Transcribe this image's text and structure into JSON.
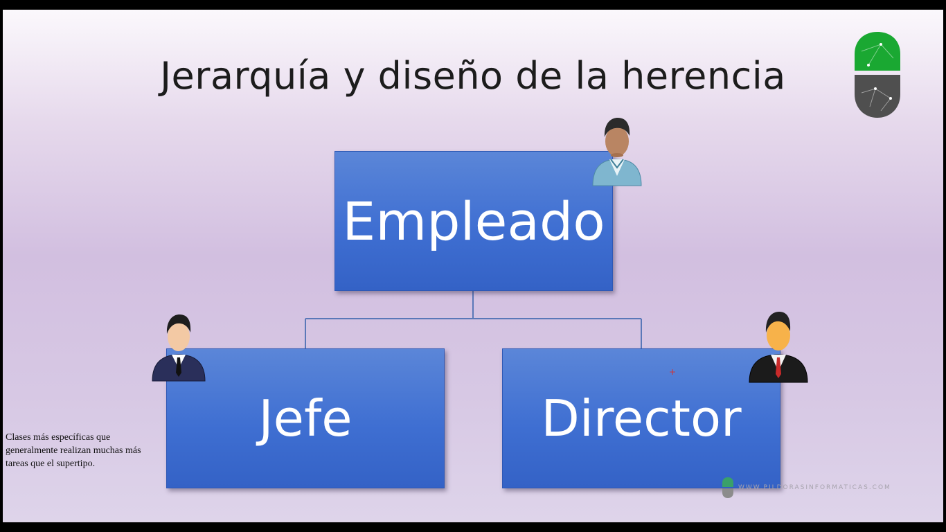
{
  "slide": {
    "title": "Jerarquía y diseño de la herencia",
    "diagram": {
      "root": "Empleado",
      "children": [
        "Jefe",
        "Director"
      ]
    },
    "note": "Clases más específicas que generalmente realizan muchas más tareas que el supertipo.",
    "watermark": "WWW.PILDORASINFORMATICAS.COM"
  },
  "icons": {
    "root_person": "employee-person-icon",
    "left_person": "boss-person-icon",
    "right_person": "director-person-icon",
    "logo": "pildoras-logo-icon"
  },
  "colors": {
    "box_fill": "#3f6fd2",
    "connector": "#5a78b8",
    "logo_green": "#1aa832",
    "logo_gray": "#4f4f4f"
  }
}
